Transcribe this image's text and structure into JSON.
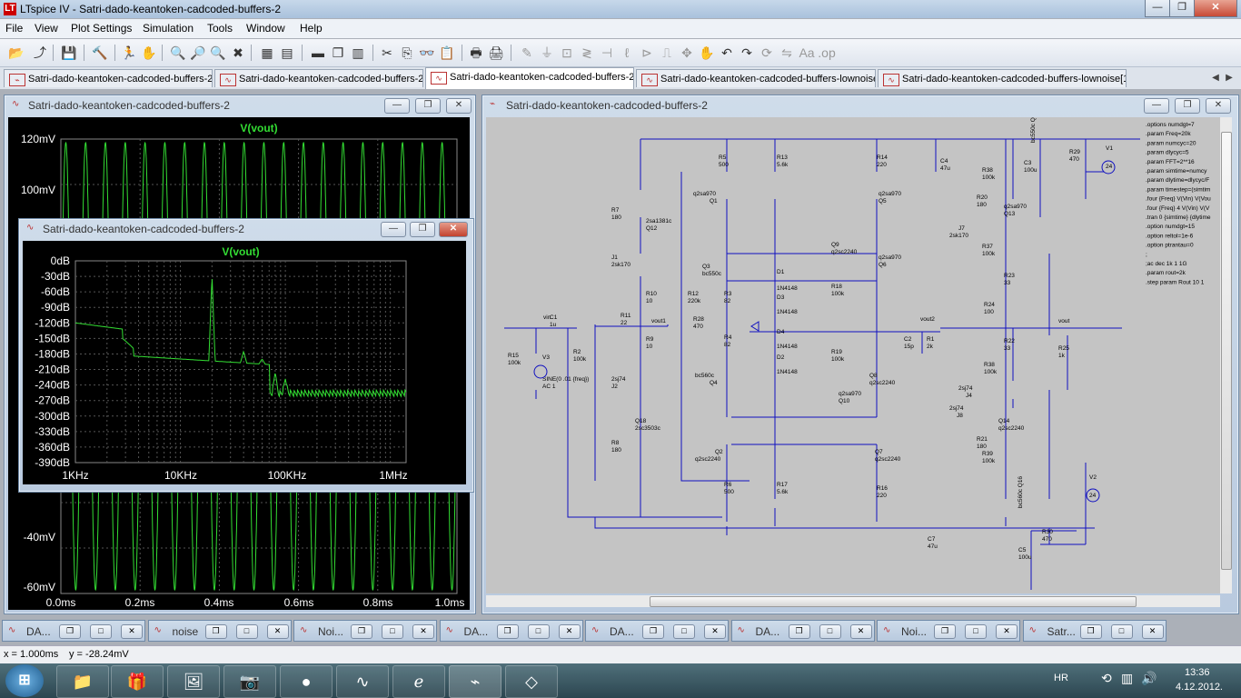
{
  "app": {
    "title": "LTspice IV - Satri-dado-keantoken-cadcoded-buffers-2",
    "icon": "LT",
    "minimize": "—",
    "maximize": "❐",
    "close": "✕"
  },
  "menu": [
    "File",
    "View",
    "Plot Settings",
    "Simulation",
    "Tools",
    "Window",
    "Help"
  ],
  "tabs": [
    {
      "label": "Satri-dado-keantoken-cadcoded-buffers-2",
      "kind": "schematic"
    },
    {
      "label": "Satri-dado-keantoken-cadcoded-buffers-2",
      "kind": "plot"
    },
    {
      "label": "Satri-dado-keantoken-cadcoded-buffers-2",
      "kind": "plot"
    },
    {
      "label": "Satri-dado-keantoken-cadcoded-buffers-lownoise",
      "kind": "plot"
    },
    {
      "label": "Satri-dado-keantoken-cadcoded-buffers-lownoise[1]",
      "kind": "plot"
    }
  ],
  "windows": {
    "time_plot": {
      "title": "Satri-dado-keantoken-cadcoded-buffers-2",
      "trace": "V(vout)",
      "y_ticks": [
        "120mV",
        "100mV",
        "-40mV",
        "-60mV"
      ],
      "x_ticks": [
        "0.0ms",
        "0.2ms",
        "0.4ms",
        "0.6ms",
        "0.8ms",
        "1.0ms"
      ]
    },
    "fft_plot": {
      "title": "Satri-dado-keantoken-cadcoded-buffers-2",
      "trace": "V(vout)",
      "y_ticks": [
        "0dB",
        "-30dB",
        "-60dB",
        "-90dB",
        "-120dB",
        "-150dB",
        "-180dB",
        "-210dB",
        "-240dB",
        "-270dB",
        "-300dB",
        "-330dB",
        "-360dB",
        "-390dB"
      ],
      "x_ticks": [
        "1KHz",
        "10KHz",
        "100KHz",
        "1MHz"
      ]
    },
    "schematic": {
      "title": "Satri-dado-keantoken-cadcoded-buffers-2",
      "directives": [
        ".options numdgt=7",
        ".param Freq=20k",
        ".param numcyc=20",
        ".param dlycyc=5",
        ".param FFT=2**16",
        ".param simtime=numcy",
        ".param dlytime=dlycyc/F",
        ".param timestep=(simtim",
        ".four {Freq} V(Vin) V(Vou",
        ".four {Freq} 4 V(Vin) V(V",
        ".tran 0 {simtime} {dlytime",
        ".option numdgt=15",
        ".option reltol=1e-6",
        ".option ptrantau=0",
        ";",
        ";ac dec 1k 1 1G",
        ".param rout=2k",
        ".step param Rout 10 1"
      ]
    }
  },
  "minimized": [
    {
      "label": "DA..."
    },
    {
      "label": "noise"
    },
    {
      "label": "Noi..."
    },
    {
      "label": "DA..."
    },
    {
      "label": "DA..."
    },
    {
      "label": "DA..."
    },
    {
      "label": "Noi..."
    },
    {
      "label": "Satr..."
    }
  ],
  "status": {
    "x": "x = 1.000ms",
    "y": "y = -28.24mV"
  },
  "taskbar": {
    "lang": "HR",
    "time": "13:36",
    "date": "4.12.2012."
  },
  "colors": {
    "trace": "#33dd33",
    "wire": "#1010c0",
    "plot_bg": "#000000"
  }
}
